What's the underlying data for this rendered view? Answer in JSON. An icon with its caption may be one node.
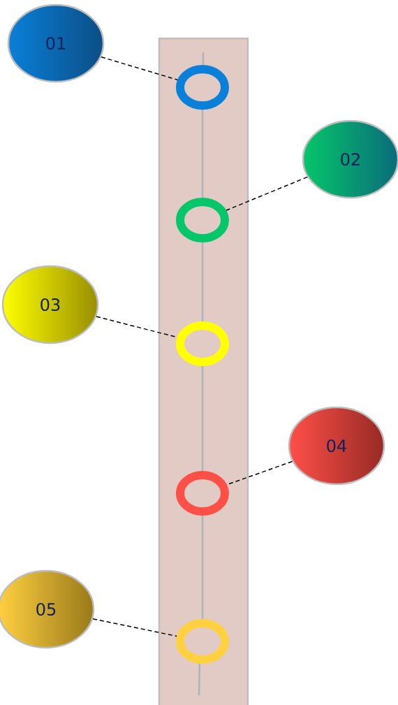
{
  "diagram": {
    "nodes": [
      {
        "text": [
          "01"
        ]
      },
      {
        "text": [
          "02"
        ]
      },
      {
        "text": [
          "03"
        ]
      },
      {
        "text": [
          "04"
        ]
      },
      {
        "text": [
          "05"
        ]
      },
      {
        "text": [],
        "shape": "ring"
      },
      {
        "text": [],
        "shape": "ring"
      },
      {
        "text": [],
        "shape": "ring"
      },
      {
        "text": [],
        "shape": "ring"
      },
      {
        "text": [],
        "shape": "ring"
      }
    ],
    "edges": [
      {
        "from": 0,
        "to": 5,
        "arrow": "none",
        "style": "dashed"
      },
      {
        "from": 1,
        "to": 6,
        "arrow": "none",
        "style": "dashed"
      },
      {
        "from": 2,
        "to": 7,
        "arrow": "none",
        "style": "dashed"
      },
      {
        "from": 3,
        "to": 8,
        "arrow": "none",
        "style": "dashed"
      },
      {
        "from": 4,
        "to": 9,
        "arrow": "none",
        "style": "dashed"
      },
      {
        "from": 5,
        "to": 6,
        "arrow": "none",
        "color": "#a9b4bd"
      },
      {
        "from": 6,
        "to": 7,
        "arrow": "none",
        "color": "#a9b4bd"
      },
      {
        "from": 7,
        "to": 8,
        "arrow": "none",
        "color": "#a9b4bd"
      },
      {
        "from": 8,
        "to": 9,
        "arrow": "none",
        "color": "#a9b4bd"
      }
    ]
  }
}
